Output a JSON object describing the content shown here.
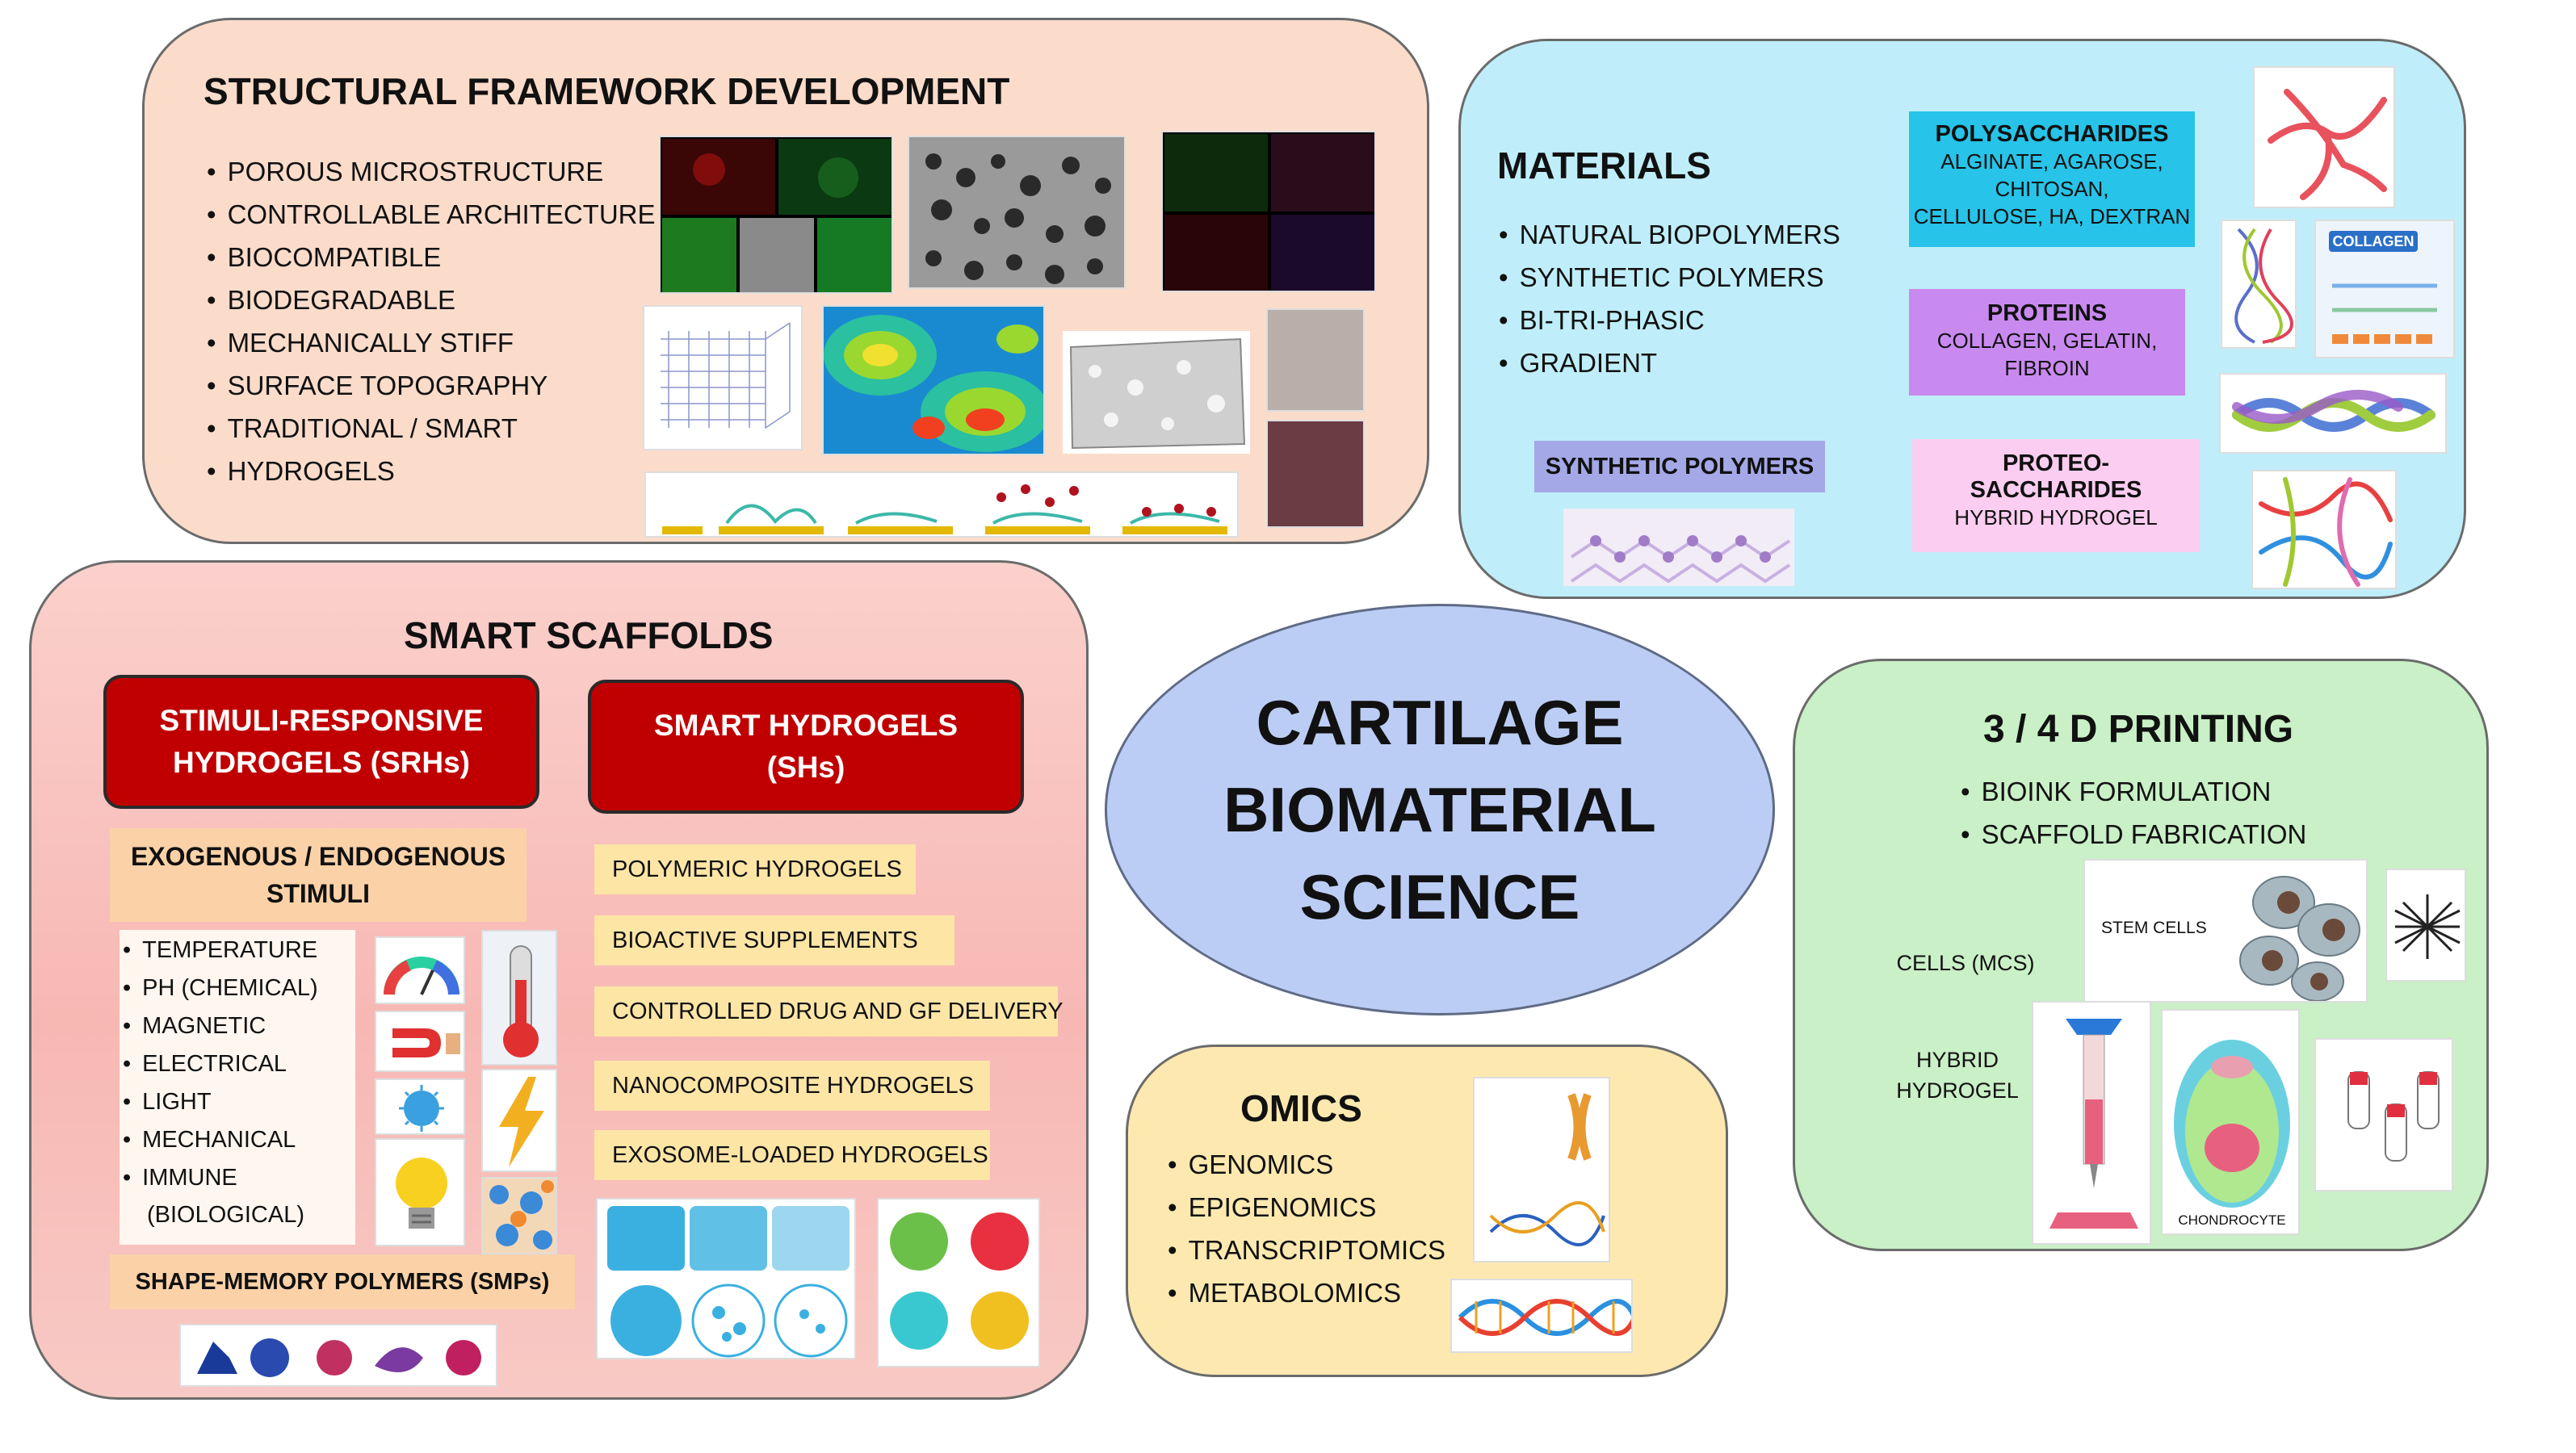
{
  "center": {
    "title": "CARTILAGE\nBIOMATERIAL\nSCIENCE"
  },
  "structural": {
    "title": "STRUCTURAL FRAMEWORK DEVELOPMENT",
    "bullets": [
      "POROUS MICROSTRUCTURE",
      "CONTROLLABLE ARCHITECTURE",
      "BIOCOMPATIBLE",
      "BIODEGRADABLE",
      "MECHANICALLY STIFF",
      "SURFACE TOPOGRAPHY",
      "TRADITIONAL / SMART",
      "HYDROGELS"
    ]
  },
  "materials": {
    "title": "MATERIALS",
    "bullets": [
      "NATURAL BIOPOLYMERS",
      "SYNTHETIC POLYMERS",
      "BI-TRI-PHASIC",
      "GRADIENT"
    ],
    "polysaccharides": {
      "heading": "POLYSACCHARIDES",
      "lines": [
        "ALGINATE, AGAROSE,",
        "CHITOSAN,",
        "CELLULOSE, HA, DEXTRAN"
      ]
    },
    "proteins": {
      "heading": "PROTEINS",
      "lines": [
        "COLLAGEN, GELATIN,",
        "FIBROIN"
      ]
    },
    "proteosaccharides": {
      "heading": [
        "PROTEO-",
        "SACCHARIDES"
      ],
      "sub": "HYBRID HYDROGEL"
    },
    "synthetic": "SYNTHETIC POLYMERS",
    "collagen_badge": "COLLAGEN"
  },
  "smart": {
    "title": "SMART SCAFFOLDS",
    "srh": "STIMULI-RESPONSIVE\nHYDROGELS (SRHs)",
    "sh": "SMART HYDROGELS\n(SHs)",
    "stimuli_heading": "EXOGENOUS / ENDOGENOUS\nSTIMULI",
    "stimuli": [
      "TEMPERATURE",
      "PH (CHEMICAL)",
      "MAGNETIC",
      "ELECTRICAL",
      "LIGHT",
      "MECHANICAL",
      "IMMUNE"
    ],
    "stimuli_extra": "(BIOLOGICAL)",
    "sh_items": [
      "POLYMERIC HYDROGELS",
      "BIOACTIVE SUPPLEMENTS",
      "CONTROLLED DRUG AND GF DELIVERY",
      "NANOCOMPOSITE HYDROGELS",
      "EXOSOME-LOADED HYDROGELS"
    ],
    "smp": "SHAPE-MEMORY POLYMERS (SMPs)"
  },
  "printing": {
    "title": "3 / 4 D PRINTING",
    "bullets": [
      "BIOINK FORMULATION",
      "SCAFFOLD FABRICATION"
    ],
    "cells_label": "CELLS (MCS)",
    "hybrid_label": "HYBRID\nHYDROGEL",
    "stem_cells": "STEM CELLS",
    "chondrocyte": "CHONDROCYTE"
  },
  "omics": {
    "title": "OMICS",
    "bullets": [
      "GENOMICS",
      "EPIGENOMICS",
      "TRANSCRIPTOMICS",
      "METABOLOMICS"
    ]
  },
  "colors": {
    "struct_bg": "#fbdccb",
    "materials_bg": "#bfeefa",
    "smart_bg": "#f7b8b4",
    "print_bg": "#c9f0c6",
    "omics_bg": "#fde9b0",
    "center_bg": "#bccdf5",
    "red": "#c00000"
  }
}
